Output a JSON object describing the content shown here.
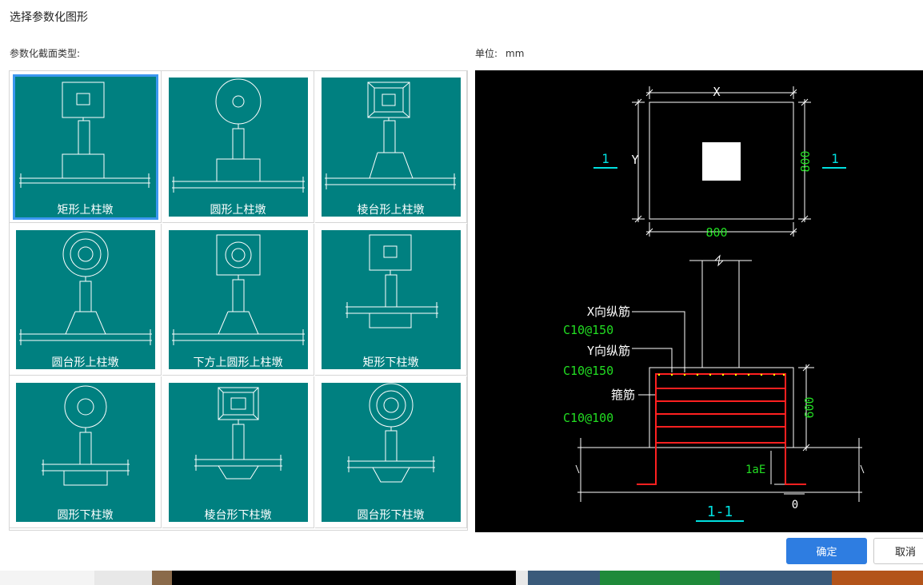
{
  "dialog": {
    "title": "选择参数化图形",
    "section_label": "参数化截面类型:",
    "unit_label": "单位:",
    "unit_value": "mm"
  },
  "shapes": [
    {
      "label": "矩形上柱墩",
      "selected": true
    },
    {
      "label": "圆形上柱墩",
      "selected": false
    },
    {
      "label": "棱台形上柱墩",
      "selected": false
    },
    {
      "label": "圆台形上柱墩",
      "selected": false
    },
    {
      "label": "下方上圆形上柱墩",
      "selected": false
    },
    {
      "label": "矩形下柱墩",
      "selected": false
    },
    {
      "label": "圆形下柱墩",
      "selected": false
    },
    {
      "label": "棱台形下柱墩",
      "selected": false
    },
    {
      "label": "圆台形下柱墩",
      "selected": false
    }
  ],
  "preview": {
    "dim_x": "X",
    "dim_y": "Y",
    "dim_width": "800",
    "dim_height": "800",
    "section_mark_left": "1",
    "section_mark_right": "1",
    "x_rebar_label": "X向纵筋",
    "x_rebar_value": "C10@150",
    "y_rebar_label": "Y向纵筋",
    "y_rebar_value": "C10@150",
    "stirrup_label": "箍筋",
    "stirrup_value": "C10@100",
    "pier_height": "600",
    "anchor_label": "1aE",
    "offset_label": "0",
    "section_title": "1-1"
  },
  "buttons": {
    "ok": "确定",
    "cancel": "取消"
  },
  "colors": {
    "tile": "#008080",
    "selected_border": "#3c97f0",
    "rebar": "#ff2020",
    "dim_text": "#00e0e0",
    "value_text": "#22dd22",
    "ok_button": "#2e7de1"
  }
}
